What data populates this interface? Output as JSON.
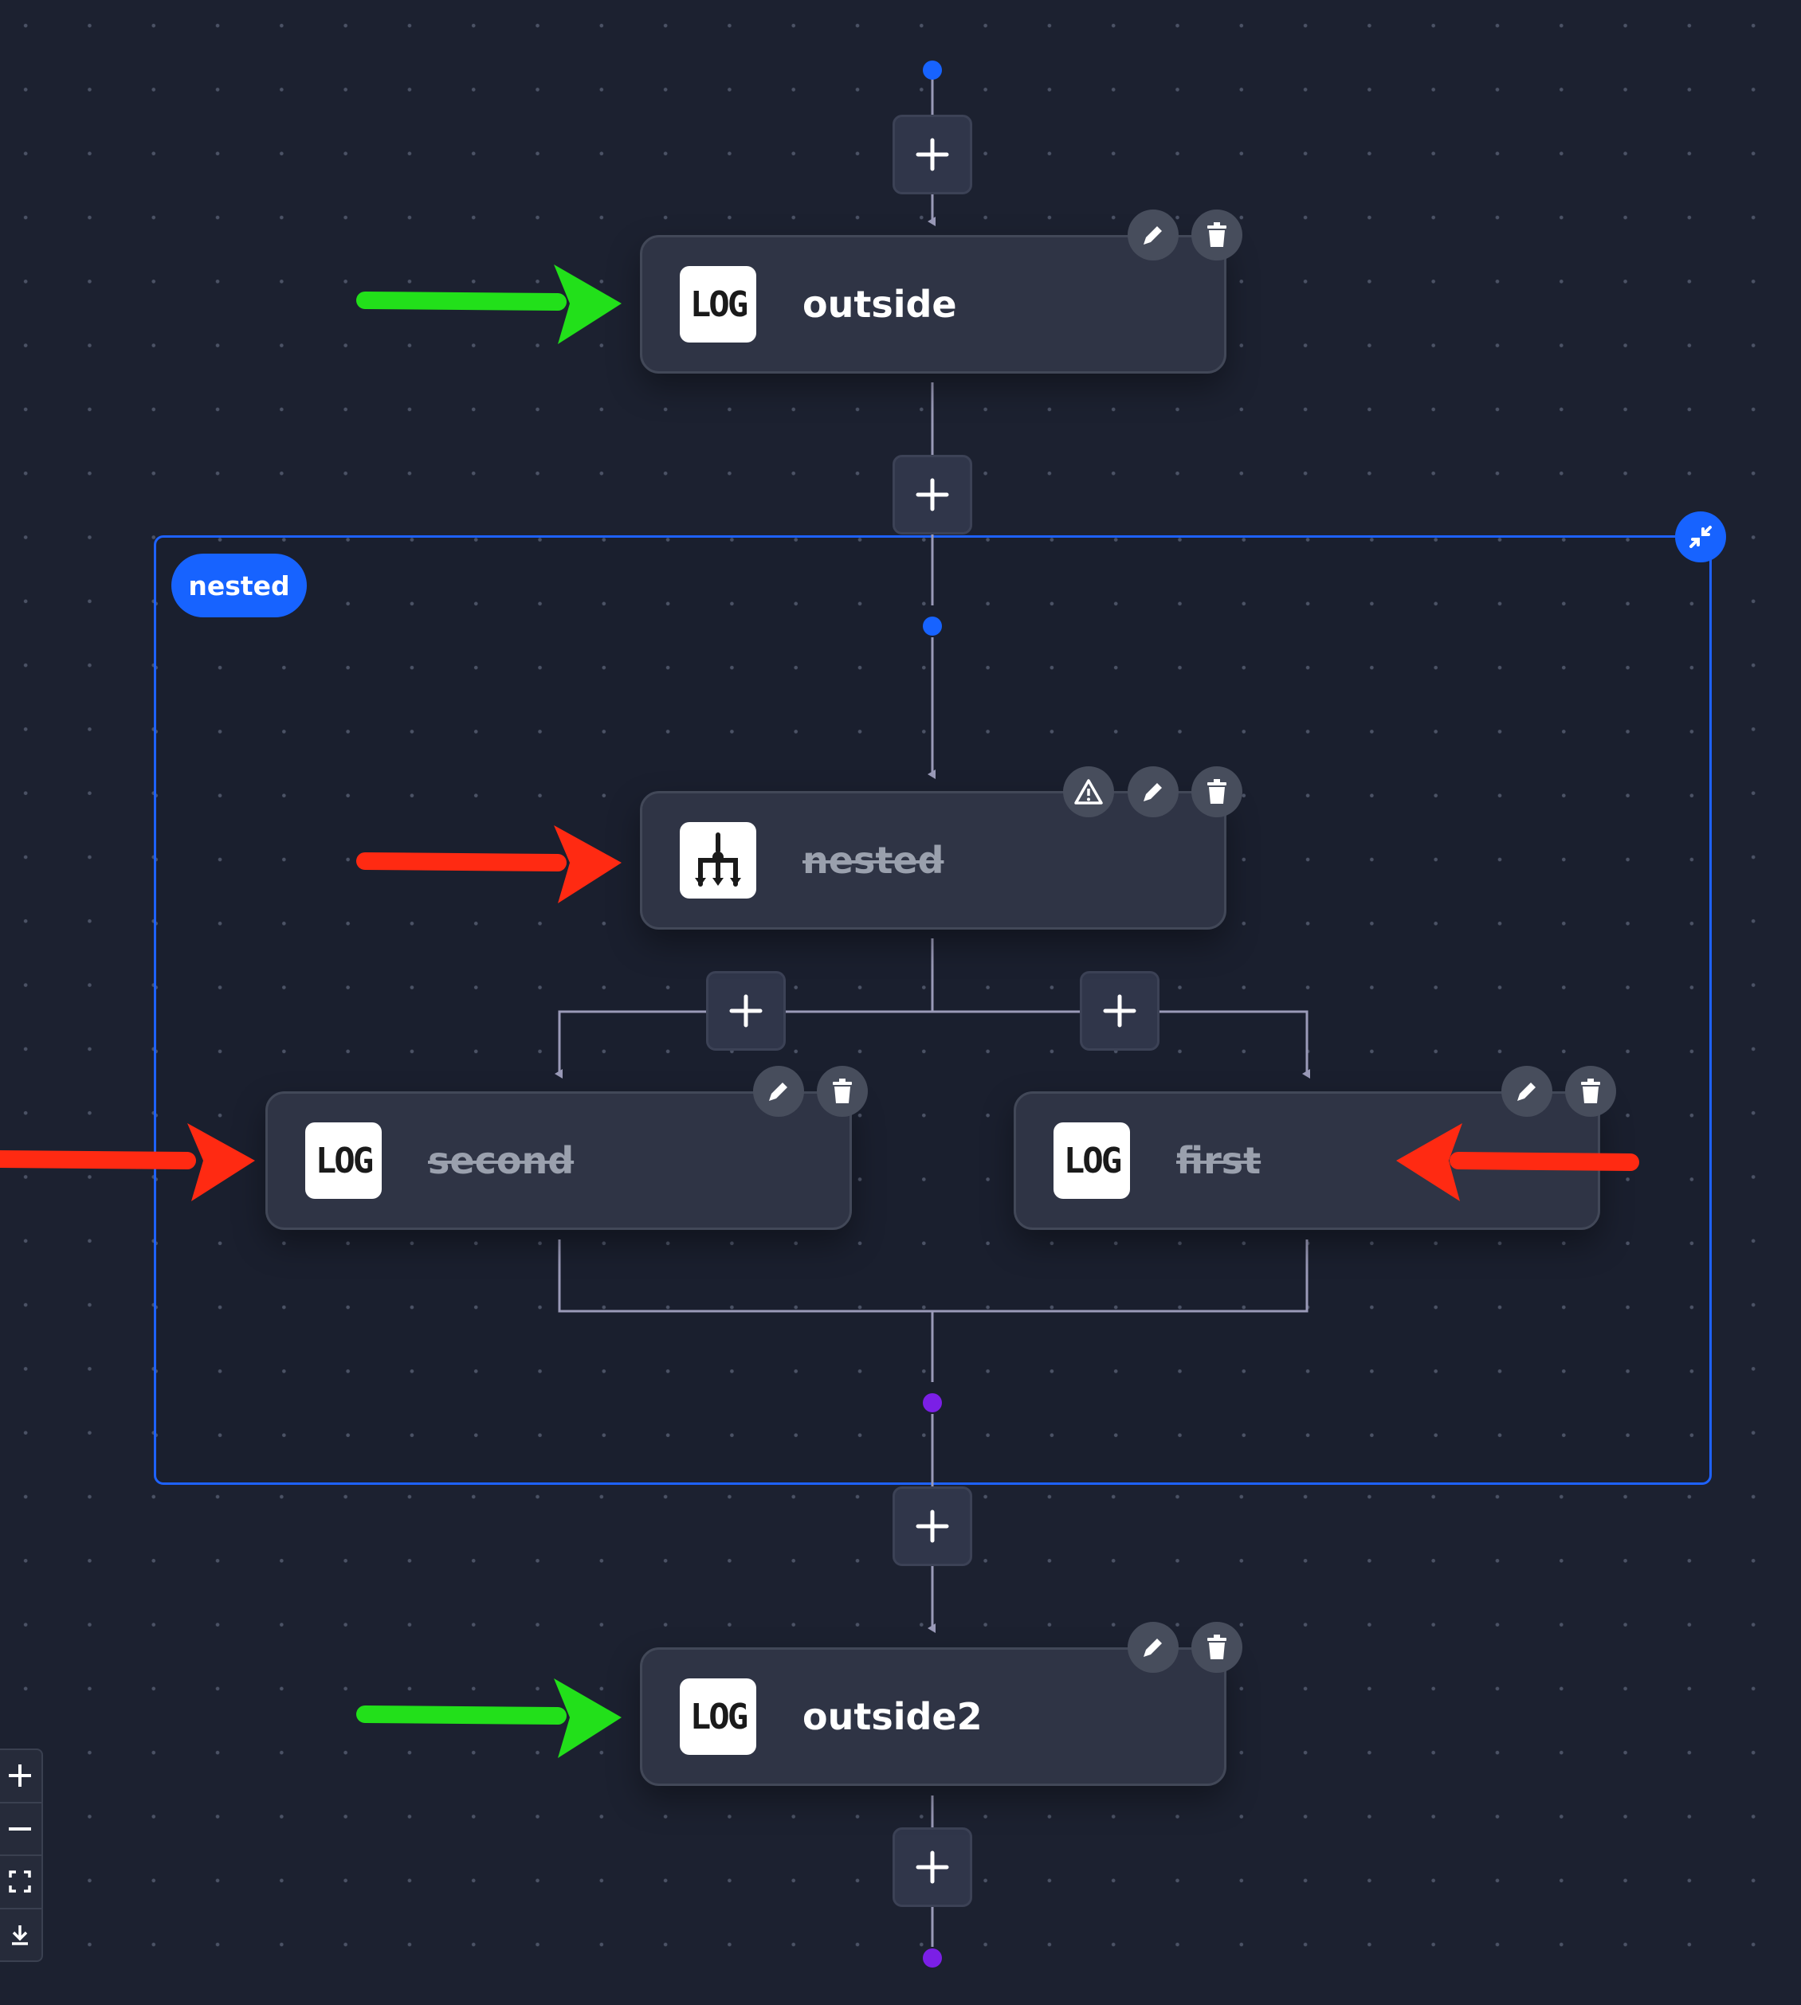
{
  "group": {
    "label": "nested"
  },
  "nodes": {
    "outside": {
      "icon": "LOG",
      "label": "outside",
      "disabled": false
    },
    "nested": {
      "icon": "parallel-icon",
      "label": "nested",
      "disabled": true
    },
    "second": {
      "icon": "LOG",
      "label": "second",
      "disabled": true
    },
    "first": {
      "icon": "LOG",
      "label": "first",
      "disabled": true
    },
    "outside2": {
      "icon": "LOG",
      "label": "outside2",
      "disabled": false
    }
  },
  "annotations": {
    "green_color": "#22e01a",
    "red_color": "#ff2a12"
  },
  "colors": {
    "accent": "#1763ff",
    "end_dot": "#7b1fe6",
    "edge": "#9a9ab8"
  },
  "zoom_controls": [
    "zoom-in-icon",
    "zoom-out-icon",
    "fit-view-icon",
    "download-icon"
  ]
}
